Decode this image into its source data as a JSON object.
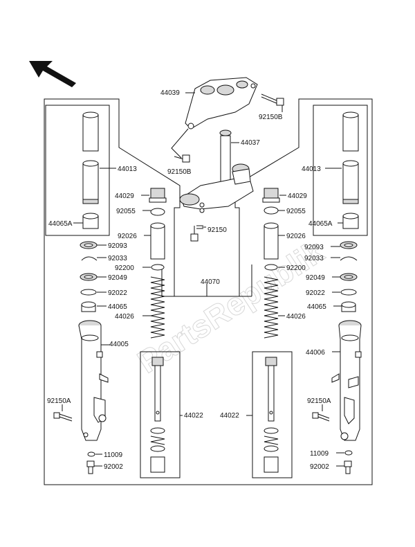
{
  "watermark": "PartsRepublik",
  "labels": {
    "p44039": "44039",
    "p92150B_top": "92150B",
    "p92150B_mid": "92150B",
    "p44037": "44037",
    "p44013_l": "44013",
    "p44013_r": "44013",
    "p44029_l": "44029",
    "p44029_r": "44029",
    "p92055_l": "92055",
    "p92055_r": "92055",
    "p44065A_l": "44065A",
    "p44065A_r": "44065A",
    "p92150": "92150",
    "p92026_l": "92026",
    "p92026_r": "92026",
    "p92093_l": "92093",
    "p92093_r": "92093",
    "p92033_l": "92033",
    "p92033_r": "92033",
    "p92200_l": "92200",
    "p92200_r": "92200",
    "p92049_l": "92049",
    "p92049_r": "92049",
    "p44070": "44070",
    "p92022_l": "92022",
    "p92022_r": "92022",
    "p44065_l": "44065",
    "p44065_r": "44065",
    "p44026_l": "44026",
    "p44026_r": "44026",
    "p44005": "44005",
    "p44006": "44006",
    "p44022_l": "44022",
    "p44022_r": "44022",
    "p92150A_l": "92150A",
    "p92150A_r": "92150A",
    "p11009_l": "11009",
    "p11009_r": "11009",
    "p92002_l": "92002",
    "p92002_r": "92002"
  }
}
